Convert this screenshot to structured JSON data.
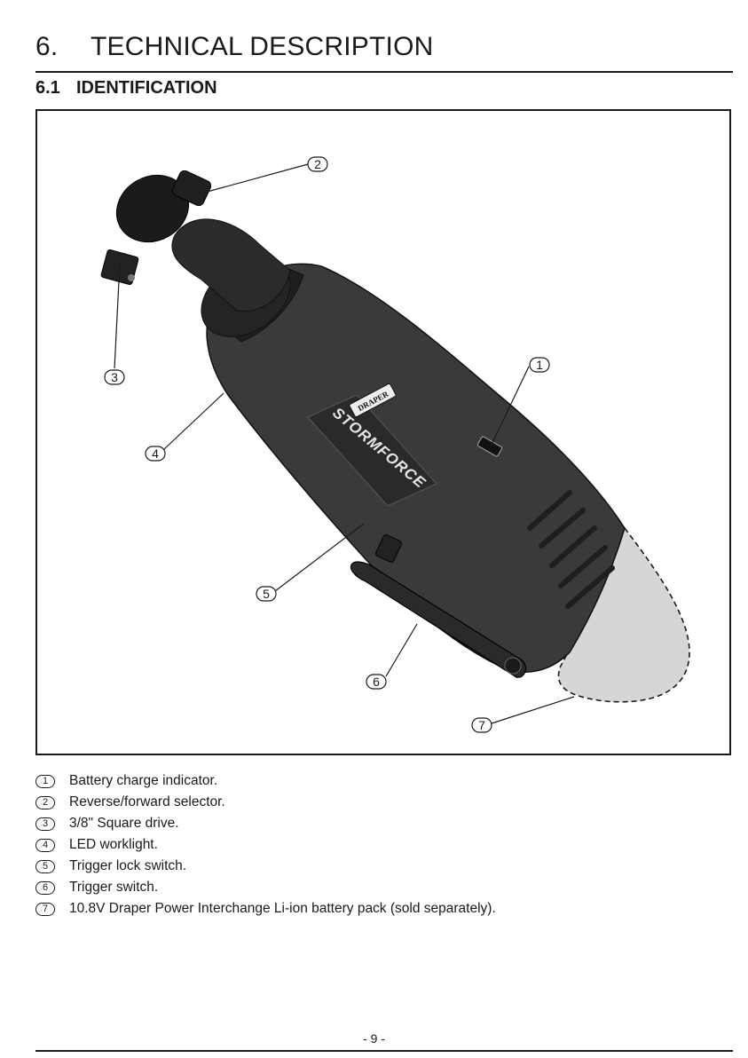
{
  "heading": {
    "number": "6.",
    "title": "TECHNICAL DESCRIPTION"
  },
  "section": {
    "number": "6.1",
    "title": "IDENTIFICATION"
  },
  "figure": {
    "brand_badge": "DRAPER",
    "product_name": "STORMFORCE",
    "callouts": [
      "1",
      "2",
      "3",
      "4",
      "5",
      "6",
      "7"
    ]
  },
  "legend": [
    {
      "marker": "1",
      "text": "Battery charge indicator."
    },
    {
      "marker": "2",
      "text": "Reverse/forward selector."
    },
    {
      "marker": "3",
      "text": "3/8\" Square drive."
    },
    {
      "marker": "4",
      "text": "LED worklight."
    },
    {
      "marker": "5",
      "text": "Trigger lock switch."
    },
    {
      "marker": "6",
      "text": "Trigger switch."
    },
    {
      "marker": "7",
      "text": "10.8V Draper Power Interchange Li-ion battery pack (sold separately)."
    }
  ],
  "footer": {
    "page_number": "- 9 -"
  },
  "colors": {
    "ink": "#1a1a1a",
    "tool_body": "#3a3a3a",
    "tool_dark": "#1e1e1e",
    "battery": "#d6d6d6"
  }
}
